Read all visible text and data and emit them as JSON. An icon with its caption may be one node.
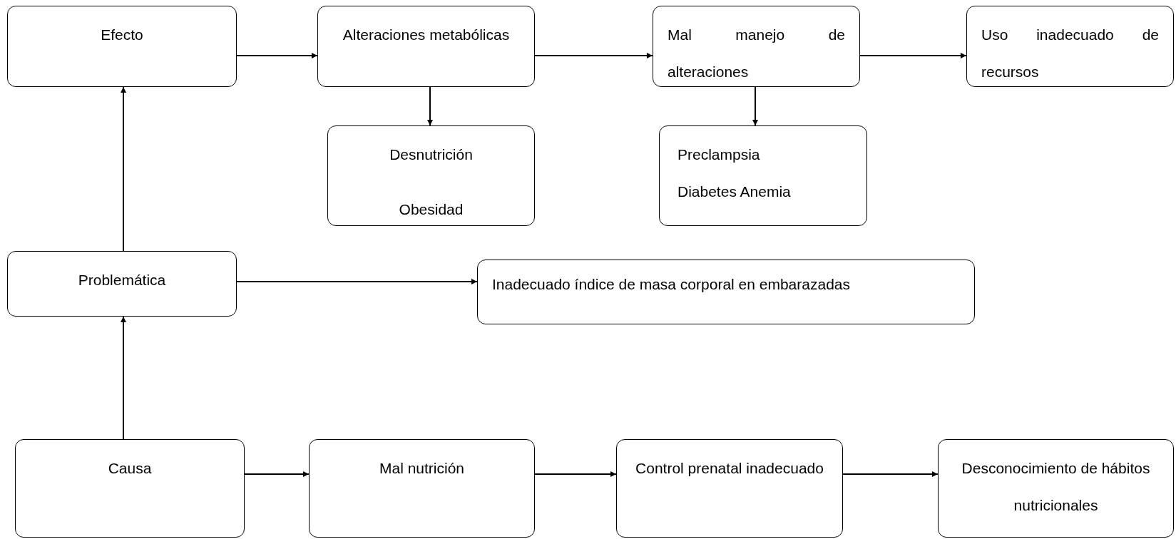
{
  "diagram": {
    "nodes": [
      {
        "text": [
          "Efecto"
        ]
      },
      {
        "text": [
          "Alteraciones metabólicas"
        ]
      },
      {
        "text": [
          "Mal manejo de alteraciones"
        ]
      },
      {
        "text": [
          "Uso inadecuado de recursos"
        ]
      },
      {
        "text": [
          "Desnutrición",
          "Obesidad"
        ]
      },
      {
        "text": [
          "Preclampsia",
          "Diabetes Anemia"
        ]
      },
      {
        "text": [
          "Problemática"
        ]
      },
      {
        "text": [
          "Inadecuado índice de masa corporal en embarazadas"
        ]
      },
      {
        "text": [
          "Causa"
        ]
      },
      {
        "text": [
          "Mal nutrición"
        ]
      },
      {
        "text": [
          "Control prenatal inadecuado"
        ]
      },
      {
        "text": [
          "Desconocimiento de hábitos nutricionales"
        ]
      }
    ],
    "edges": [
      {
        "from": 0,
        "to": 1,
        "arrow": "to"
      },
      {
        "from": 1,
        "to": 2,
        "arrow": "to"
      },
      {
        "from": 2,
        "to": 3,
        "arrow": "to"
      },
      {
        "from": 1,
        "to": 4,
        "arrow": "to"
      },
      {
        "from": 2,
        "to": 5,
        "arrow": "to"
      },
      {
        "from": 6,
        "to": 0,
        "arrow": "to"
      },
      {
        "from": 6,
        "to": 7,
        "arrow": "to"
      },
      {
        "from": 8,
        "to": 6,
        "arrow": "to"
      },
      {
        "from": 8,
        "to": 9,
        "arrow": "to"
      },
      {
        "from": 9,
        "to": 10,
        "arrow": "to"
      },
      {
        "from": 10,
        "to": 11,
        "arrow": "to"
      }
    ]
  }
}
